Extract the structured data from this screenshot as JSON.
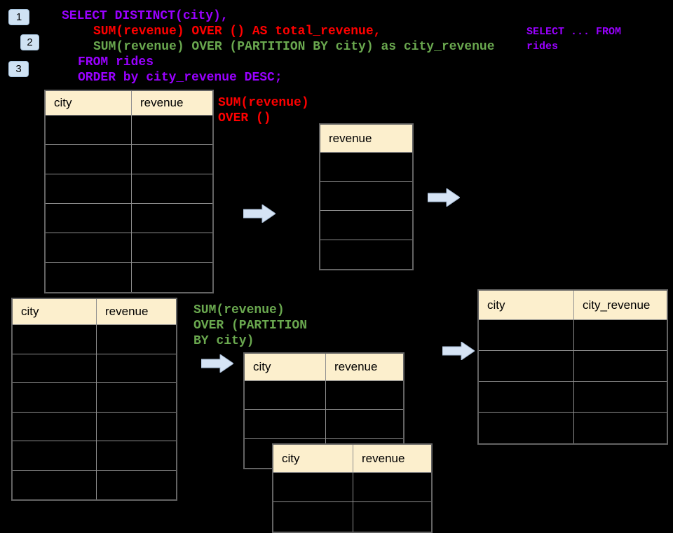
{
  "colors": {
    "background": "#000000",
    "sql_purple": "#9900ff",
    "sql_red": "#ff0000",
    "sql_green": "#6aa84f",
    "table_header_fill": "#fcefcd",
    "table_border": "#8f8f8f",
    "header_text": "#000000",
    "arrow_fill": "#d6e4f5",
    "badge_fill": "#cfe2f3",
    "badge_text": "#000000"
  },
  "badges": [
    {
      "label": "1"
    },
    {
      "label": "2"
    },
    {
      "label": "3"
    }
  ],
  "code": {
    "lines": [
      {
        "text": "SELECT DISTINCT(city),",
        "color": "#9900ff"
      },
      {
        "text": "SUM(revenue) OVER () AS total_revenue,",
        "color": "#ff0000"
      },
      {
        "text": "SUM(revenue) OVER (PARTITION BY city) as city_revenue",
        "color": "#6aa84f"
      },
      {
        "text": "FROM rides",
        "color": "#9900ff"
      },
      {
        "text": "ORDER by city_revenue DESC;",
        "color": "#9900ff"
      }
    ]
  },
  "side_code": {
    "text": "SELECT ... FROM\nrides",
    "color": "#9900ff"
  },
  "annotations": {
    "total": {
      "text": "SUM(revenue)\nOVER ()",
      "color": "#ff0000"
    },
    "partition": {
      "text": "SUM(revenue)\nOVER (PARTITION\nBY city)",
      "color": "#6aa84f"
    }
  },
  "tables": {
    "rides_top": {
      "headers": [
        "city",
        "revenue"
      ],
      "rows": 6
    },
    "total_revenue": {
      "headers": [
        "revenue"
      ],
      "rows": 4
    },
    "rides_bottom": {
      "headers": [
        "city",
        "revenue"
      ],
      "rows": 6
    },
    "partition_back": {
      "headers": [
        "city",
        "revenue"
      ],
      "rows": 3
    },
    "partition_front": {
      "headers": [
        "city",
        "revenue"
      ],
      "rows": 2
    },
    "result_right": {
      "headers": [
        "city",
        "city_revenue"
      ],
      "rows": 4
    }
  }
}
